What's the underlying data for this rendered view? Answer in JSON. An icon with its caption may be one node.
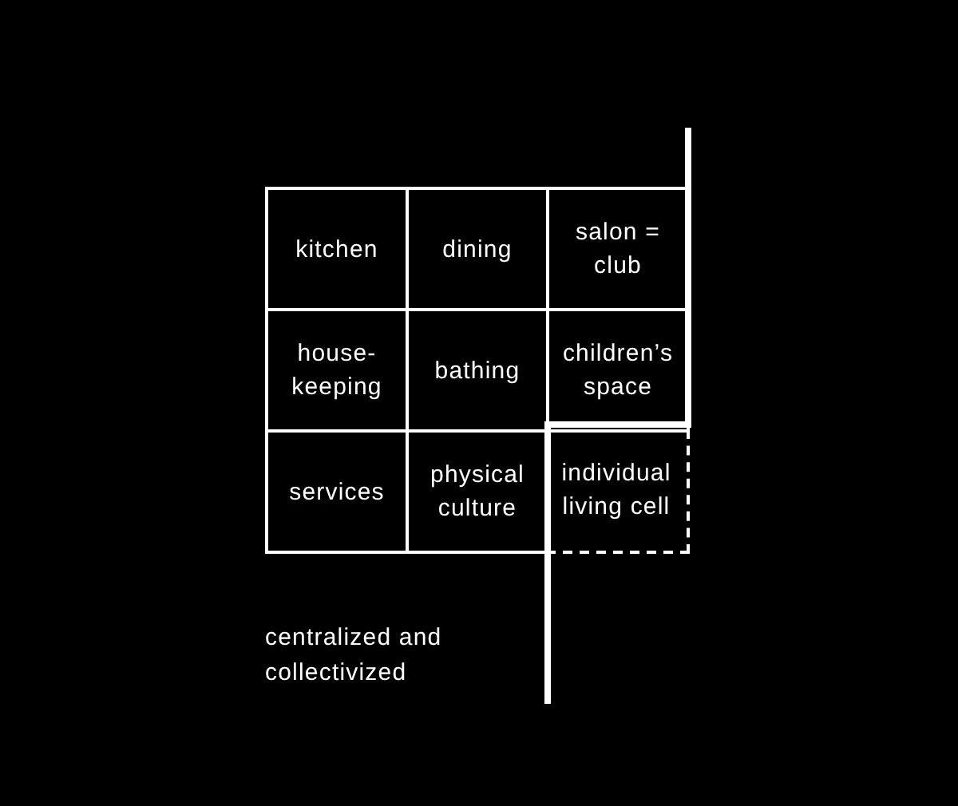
{
  "diagram": {
    "nodes": [
      {
        "text": [
          "kitchen"
        ]
      },
      {
        "text": [
          "dining"
        ]
      },
      {
        "text": [
          "salon = club"
        ]
      },
      {
        "text": [
          "house- keeping"
        ]
      },
      {
        "text": [
          "bathing"
        ]
      },
      {
        "text": [
          "children’s space"
        ]
      },
      {
        "text": [
          "services"
        ]
      },
      {
        "text": [
          "physical culture"
        ]
      },
      {
        "text": [
          "individual living cell"
        ]
      }
    ],
    "labels": [
      "centralized and collectivized"
    ]
  }
}
